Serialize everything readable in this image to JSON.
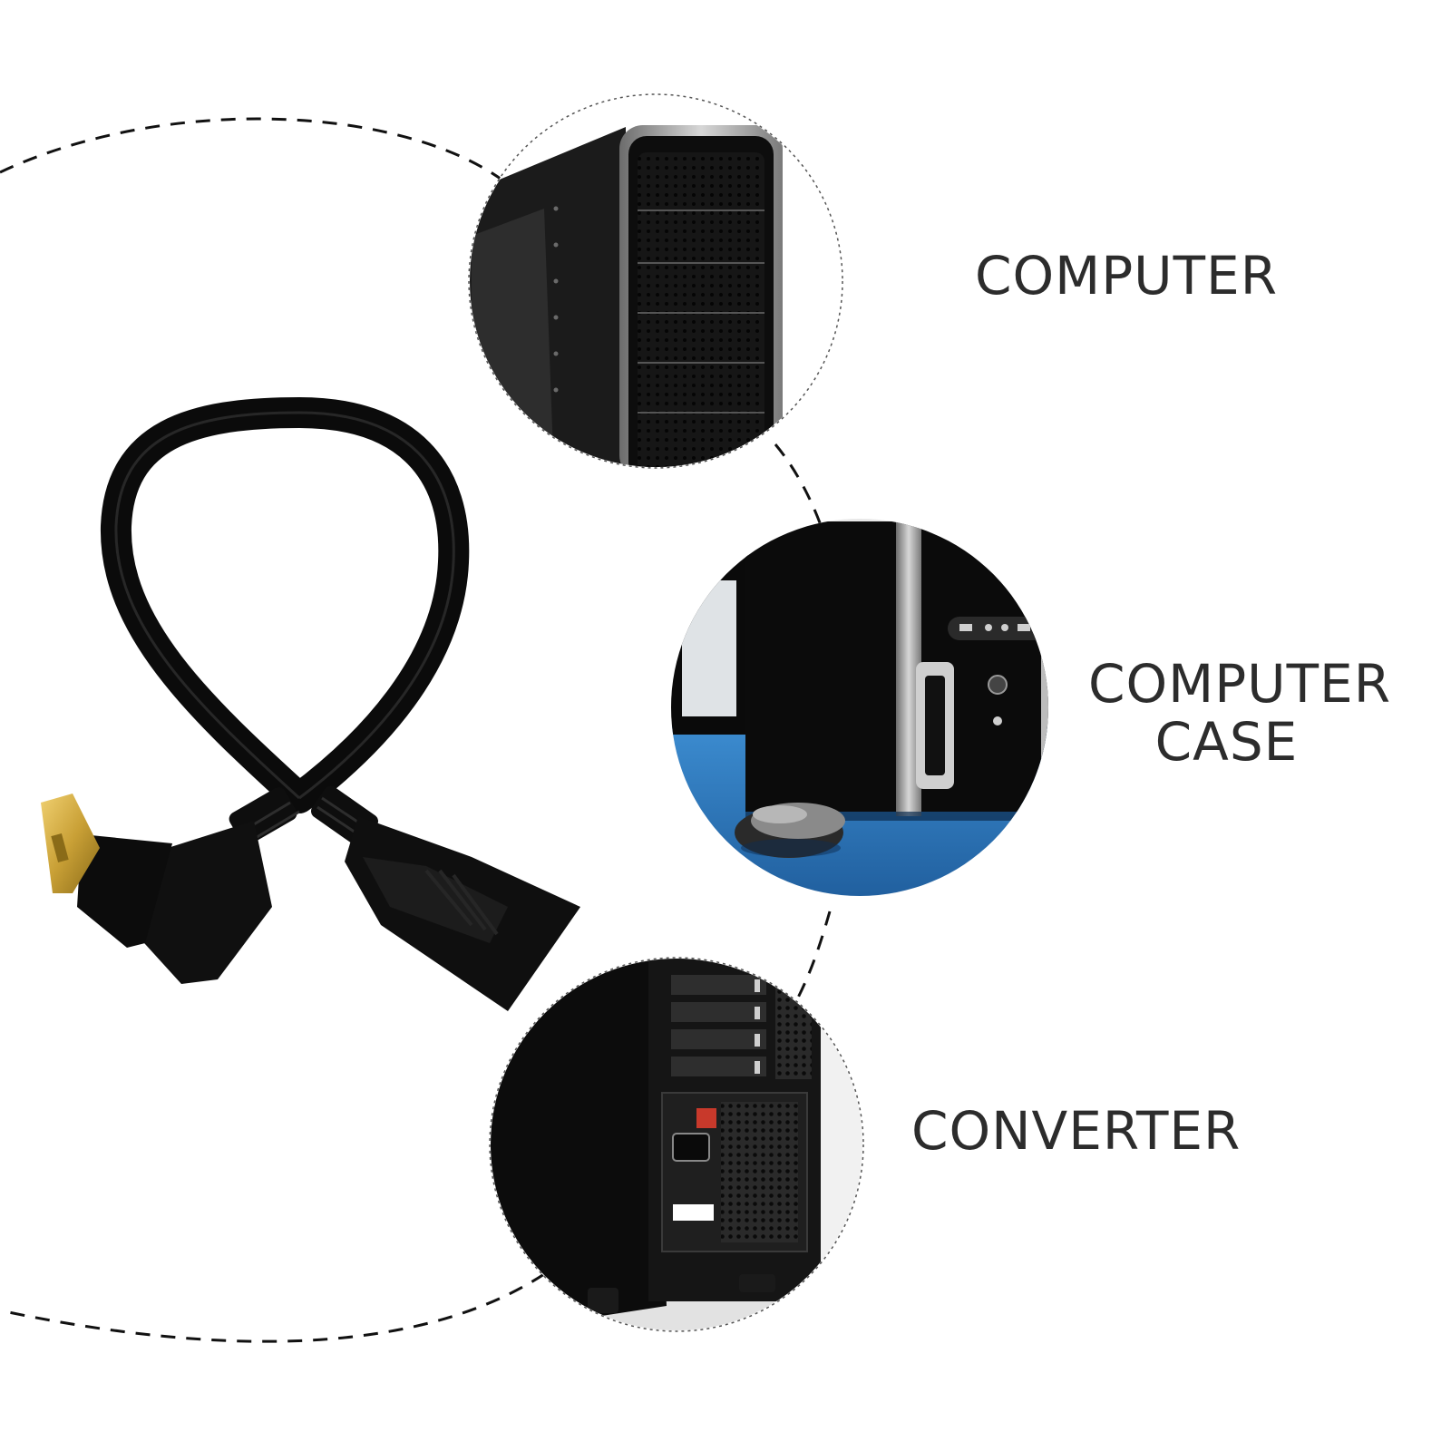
{
  "labels": {
    "computer": "COMPUTER",
    "computer_case_line1": "COMPUTER",
    "computer_case_line2": "CASE",
    "converter": "CONVERTER"
  },
  "colors": {
    "text": "#2c2c2c",
    "dash": "#111111",
    "product_black": "#0b0b0b",
    "connector_gold": "#c9a036",
    "desk_blue": "#2e7dc4"
  }
}
